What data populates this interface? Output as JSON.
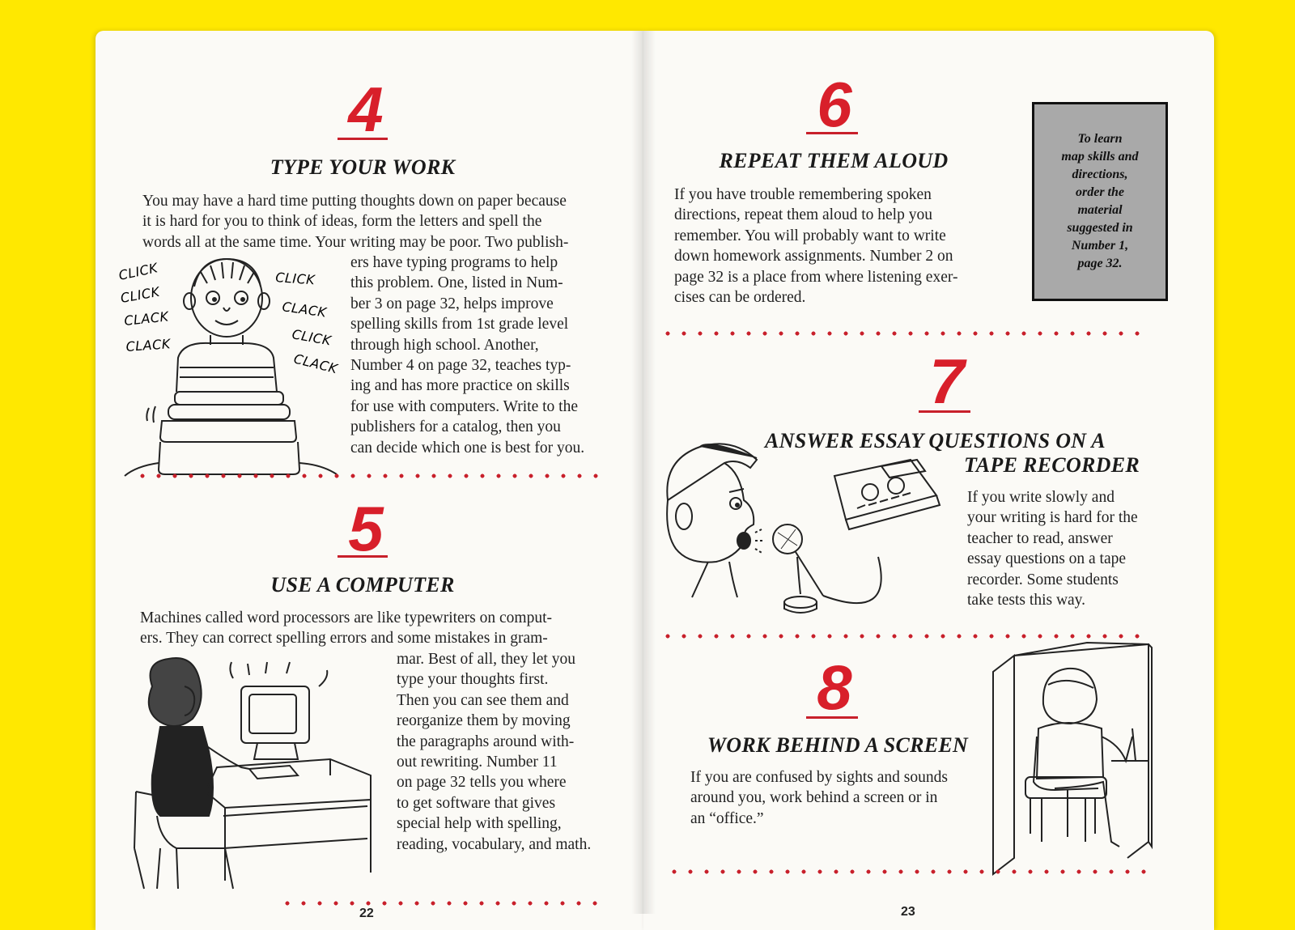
{
  "left_page": {
    "page_number": "22",
    "tip4": {
      "number": "4",
      "heading": "TYPE YOUR WORK",
      "lines": [
        "You may have a hard time putting thoughts down on paper because",
        "it is hard for you to think of ideas, form the letters and spell the",
        "words all at the same time. Your writing may be poor. Two publish-",
        "ers have typing programs to help",
        "this problem. One, listed in Num-",
        "ber 3 on page 32, helps improve",
        "spelling skills from 1st grade level",
        "through high school. Another,",
        "Number 4 on page 32, teaches typ-",
        "ing and has more practice on skills",
        "for use with computers. Write to the",
        "publishers for a catalog, then you",
        "can decide which one is best for you."
      ],
      "sfx_left": [
        "CLICK",
        "CLICK",
        "CLACK",
        "CLACK"
      ],
      "sfx_right": [
        "CLICK",
        "CLACK",
        "CLICK",
        "CLACK"
      ]
    },
    "tip5": {
      "number": "5",
      "heading": "USE A COMPUTER",
      "lines": [
        "Machines called word processors are like typewriters on comput-",
        "ers. They can correct spelling errors and some mistakes in gram-",
        "mar. Best of all, they let you",
        "type your thoughts first.",
        "Then you can see them and",
        "reorganize them by moving",
        "the paragraphs around with-",
        "out rewriting. Number 11",
        "on page 32 tells you where",
        "to get software that gives",
        "special help with spelling,",
        "reading, vocabulary, and math."
      ]
    }
  },
  "right_page": {
    "page_number": "23",
    "sidebox": "To learn\nmap skills and\ndirections,\norder the\nmaterial\nsuggested in\nNumber 1,\npage 32.",
    "tip6": {
      "number": "6",
      "heading": "REPEAT THEM ALOUD",
      "lines": [
        "If you have trouble remembering spoken",
        "directions, repeat them aloud to help you",
        "remember. You will probably want to write",
        "down homework assignments. Number 2 on",
        "page 32 is a place from where listening exer-",
        "cises can be ordered."
      ]
    },
    "tip7": {
      "number": "7",
      "heading_line1": "ANSWER ESSAY QUESTIONS ON A",
      "heading_line2": "TAPE RECORDER",
      "lines": [
        "If you write slowly and",
        "your writing is hard for the",
        "teacher to read, answer",
        "essay questions on a tape",
        "recorder. Some students",
        "take tests this way."
      ]
    },
    "tip8": {
      "number": "8",
      "heading": "WORK BEHIND A SCREEN",
      "lines": [
        "If you are confused by sights and sounds",
        "around you, work behind a screen or in",
        "an “office.”"
      ]
    }
  }
}
